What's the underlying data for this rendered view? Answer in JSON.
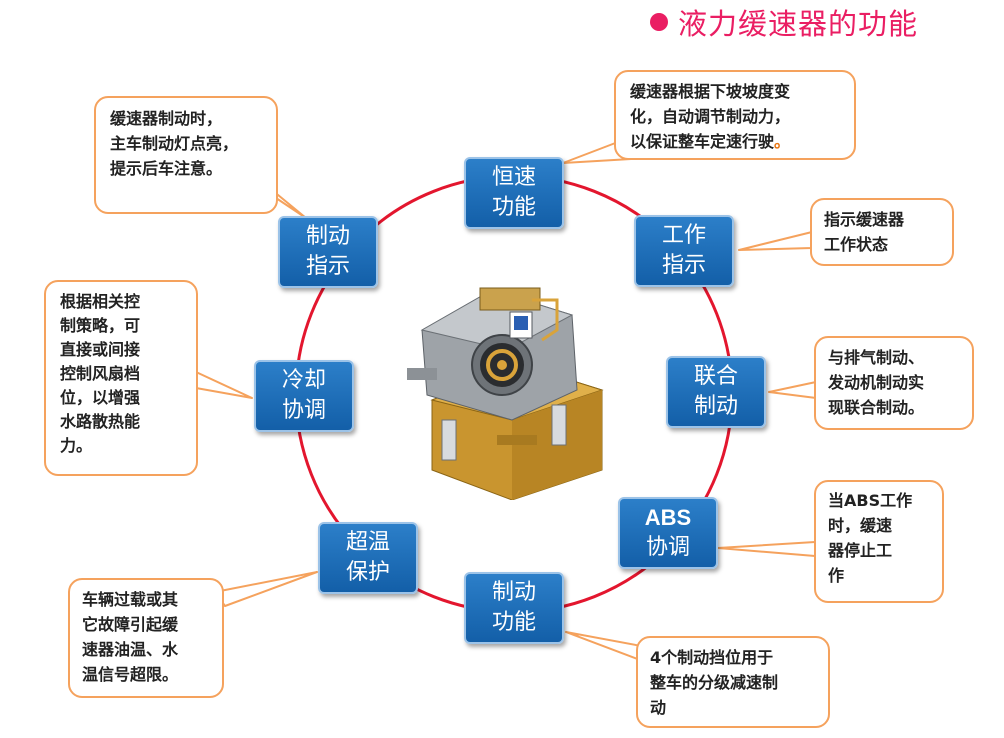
{
  "title": "液力缓速器的功能",
  "colors": {
    "accent": "#ea1e63",
    "ring": "#e3162e",
    "node": "#1a6db8",
    "callout_border": "#f5a25d"
  },
  "center_image": "retarder-assembly",
  "nodes": {
    "constant_speed": {
      "line1": "恒速",
      "line2": "功能"
    },
    "work_status": {
      "line1": "工作",
      "line2": "指示"
    },
    "combined": {
      "line1": "联合",
      "line2": "制动"
    },
    "abs": {
      "line1": "ABS",
      "line2": "协调"
    },
    "braking": {
      "line1": "制动",
      "line2": "功能"
    },
    "overheat": {
      "line1": "超温",
      "line2": "保护"
    },
    "cooling": {
      "line1": "冷却",
      "line2": "协调"
    },
    "brake_indicator": {
      "line1": "制动",
      "line2": "指示"
    }
  },
  "callouts": {
    "constant_speed": {
      "lines": [
        "缓速器根据下坡坡度变",
        "化，自动调节制动力，",
        "以保证整车定速行驶"
      ],
      "tail": "。"
    },
    "work_status": {
      "lines": [
        "指示缓速器",
        "工作状态"
      ]
    },
    "combined": {
      "lines": [
        "与排气制动、",
        "发动机制动实",
        "现联合制动。"
      ]
    },
    "abs": {
      "lines": [
        "当ABS工作",
        "时，缓速",
        "器停止工",
        "作"
      ]
    },
    "braking": {
      "lines": [
        "4个制动挡位用于",
        "整车的分级减速制",
        "动"
      ]
    },
    "overheat": {
      "lines": [
        "车辆过载或其",
        "它故障引起缓",
        "速器油温、水",
        "温信号超限。"
      ]
    },
    "cooling": {
      "lines": [
        "根据相关控",
        "制策略，可",
        "直接或间接",
        "控制风扇档",
        "位，以增强",
        "水路散热能",
        "力。"
      ]
    },
    "brake_indicator": {
      "lines": [
        "缓速器制动时，",
        "主车制动灯点亮，",
        "提示后车注意。"
      ]
    }
  }
}
